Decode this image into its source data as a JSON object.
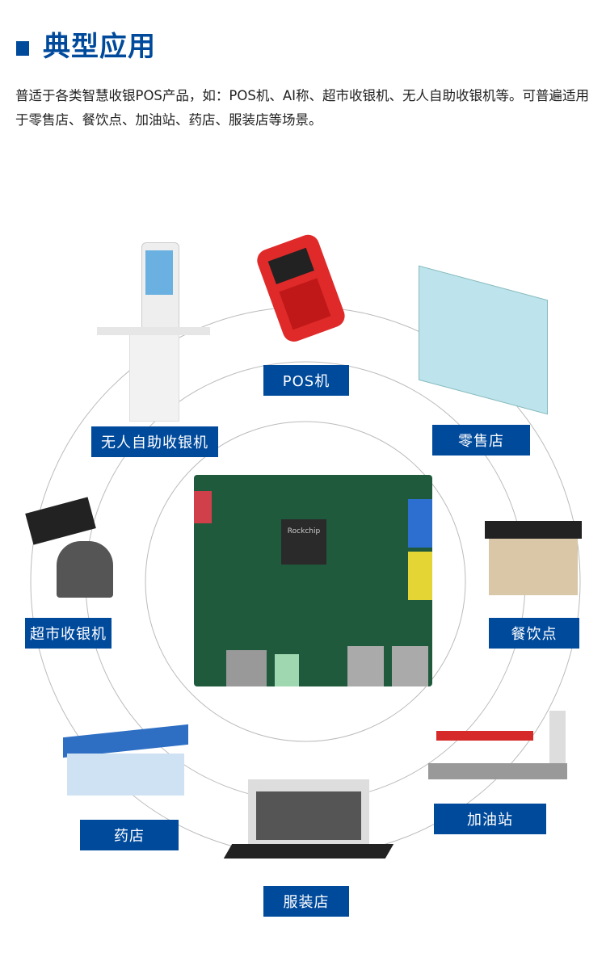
{
  "header": {
    "title": "典型应用"
  },
  "description": "普适于各类智慧收银POS产品，如：POS机、AI称、超市收银机、无人自助收银机等。可普遍适用于零售店、餐饮点、加油站、药店、服装店等场景。",
  "center": {
    "board_chip_text": "Rockchip"
  },
  "applications": [
    {
      "label": "POS机"
    },
    {
      "label": "零售店"
    },
    {
      "label": "无人自助收银机"
    },
    {
      "label": "超市收银机"
    },
    {
      "label": "餐饮点"
    },
    {
      "label": "加油站"
    },
    {
      "label": "药店"
    },
    {
      "label": "服装店"
    }
  ],
  "colors": {
    "accent": "#004a9c",
    "ring": "#bbbbbb"
  }
}
